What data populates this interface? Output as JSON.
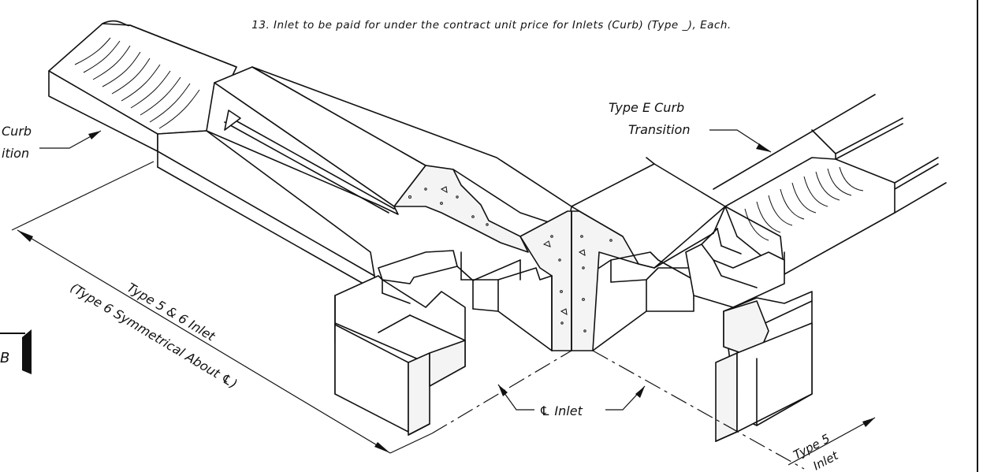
{
  "note": "13. Inlet to be paid for under the contract unit price for Inlets (Curb) (Type _), Each.",
  "labels": {
    "left_curb_line1": "Curb",
    "left_curb_line2": "ition",
    "right_curb_line1": "Type E Curb",
    "right_curb_line2": "Transition",
    "dim_main_line1": "Type 5 & 6 Inlet",
    "dim_main_line2": "(Type 6 Symmetrical About ℄)",
    "centerline": "℄ Inlet",
    "type5_line1": "Type 5",
    "type5_line2": "Inlet",
    "section_marker": "B"
  }
}
